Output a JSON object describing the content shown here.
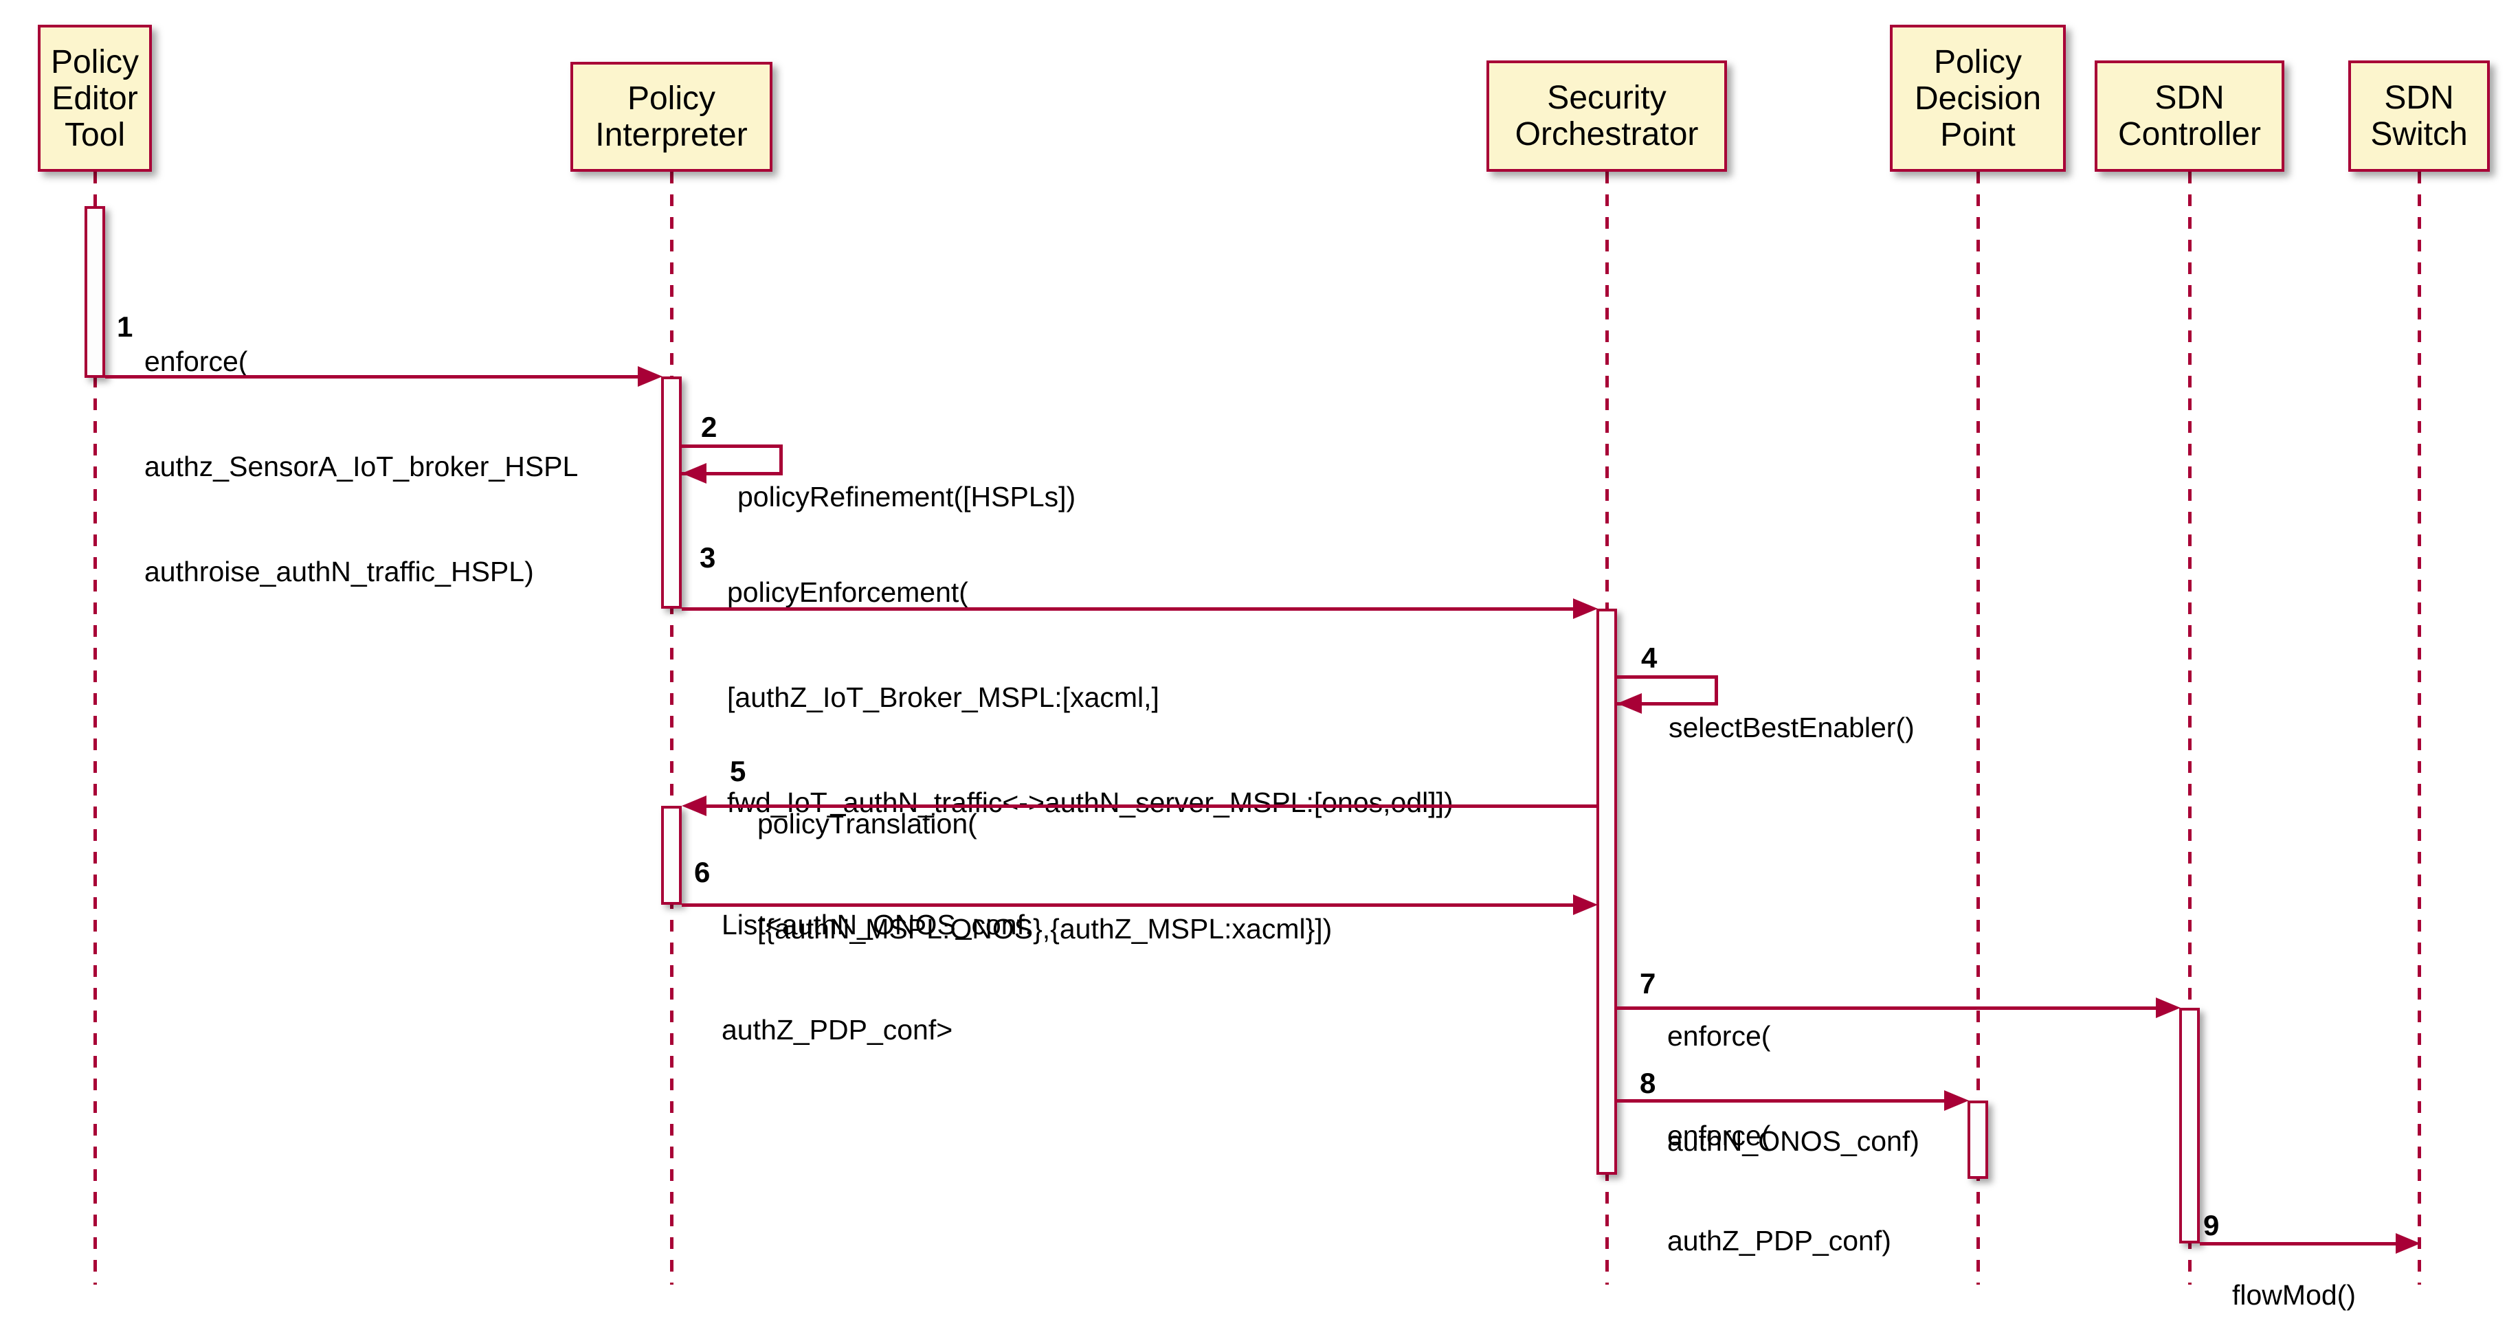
{
  "colors": {
    "line": "#A80036",
    "participant_fill": "#FCF5CD",
    "activation_fill": "#FDFDFD",
    "text": "#000000",
    "background": "#FFFFFF"
  },
  "participants": [
    {
      "name": "Policy Editor Tool",
      "lines": [
        "Policy",
        "Editor",
        "Tool"
      ]
    },
    {
      "name": "Policy Interpreter",
      "lines": [
        "Policy",
        "Interpreter"
      ]
    },
    {
      "name": "Security Orchestrator",
      "lines": [
        "Security",
        "Orchestrator"
      ]
    },
    {
      "name": "Policy Decision Point",
      "lines": [
        "Policy",
        "Decision",
        "Point"
      ]
    },
    {
      "name": "SDN Controller",
      "lines": [
        "SDN",
        "Controller"
      ]
    },
    {
      "name": "SDN Switch",
      "lines": [
        "SDN",
        "Switch"
      ]
    }
  ],
  "messages": [
    {
      "num": "1",
      "from": "Policy Editor Tool",
      "to": "Policy Interpreter",
      "lines": [
        "enforce(",
        "authz_SensorA_IoT_broker_HSPL",
        "authroise_authN_traffic_HSPL)"
      ]
    },
    {
      "num": "2",
      "from": "Policy Interpreter",
      "to": "Policy Interpreter",
      "lines": [
        "policyRefinement([HSPLs])"
      ]
    },
    {
      "num": "3",
      "from": "Policy Interpreter",
      "to": "Security Orchestrator",
      "lines": [
        "policyEnforcement(",
        "[authZ_IoT_Broker_MSPL:[xacml,]",
        "fwd_IoT_authN_traffic<->authN_server_MSPL:[onos,odl]])"
      ]
    },
    {
      "num": "4",
      "from": "Security Orchestrator",
      "to": "Security Orchestrator",
      "lines": [
        "selectBestEnabler()"
      ]
    },
    {
      "num": "5",
      "from": "Security Orchestrator",
      "to": "Policy Interpreter",
      "lines": [
        "policyTranslation(",
        "[{authN_MSPL:ONOS},{authZ_MSPL:xacml}])"
      ]
    },
    {
      "num": "6",
      "from": "Policy Interpreter",
      "to": "Security Orchestrator",
      "lines": [
        "List<authN_ONOS_conf,",
        "authZ_PDP_conf>"
      ]
    },
    {
      "num": "7",
      "from": "Security Orchestrator",
      "to": "SDN Controller",
      "lines": [
        "enforce(",
        "authN_ONOS_conf)"
      ]
    },
    {
      "num": "8",
      "from": "Security Orchestrator",
      "to": "Policy Decision Point",
      "lines": [
        "enforce(",
        "authZ_PDP_conf)"
      ]
    },
    {
      "num": "9",
      "from": "SDN Controller",
      "to": "SDN Switch",
      "lines": [
        "flowMod()"
      ]
    }
  ]
}
